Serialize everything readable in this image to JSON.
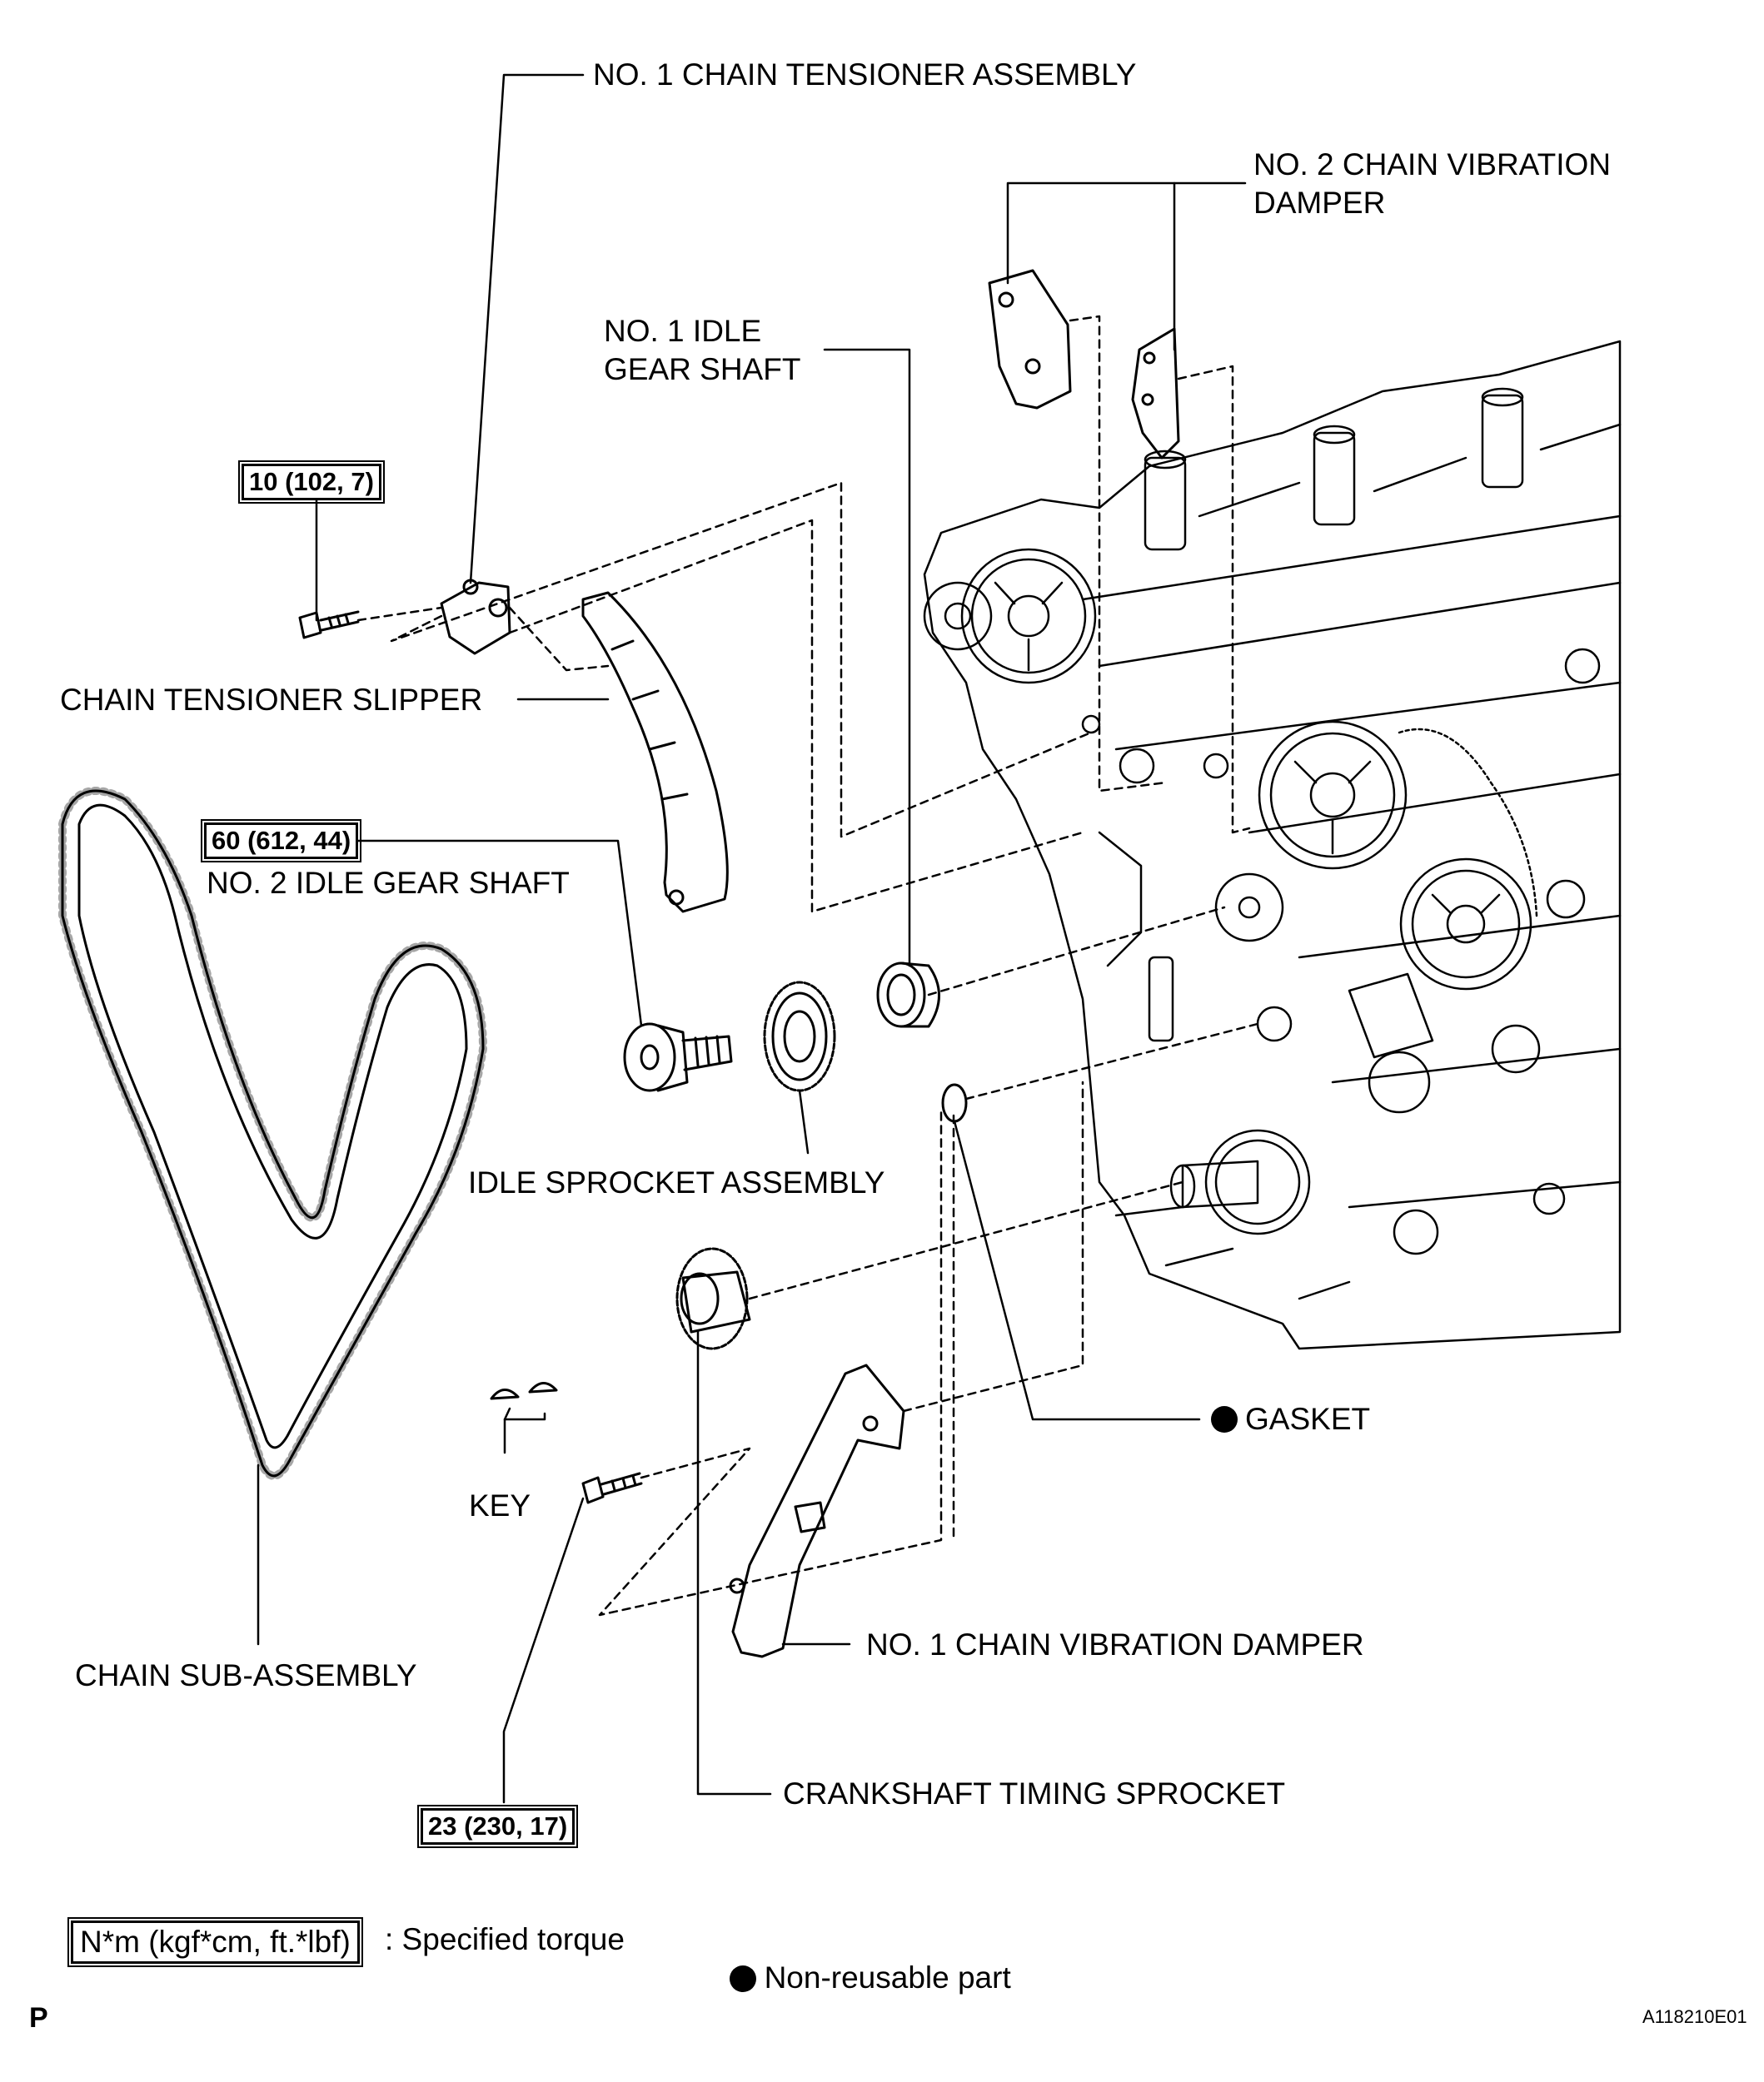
{
  "labels": {
    "tensioner_assembly": "NO. 1 CHAIN TENSIONER ASSEMBLY",
    "vibration_damper_2": "NO. 2 CHAIN VIBRATION\nDAMPER",
    "idle_gear_shaft_1": "NO. 1 IDLE\nGEAR SHAFT",
    "tensioner_slipper": "CHAIN TENSIONER SLIPPER",
    "idle_gear_shaft_2": "NO. 2 IDLE GEAR SHAFT",
    "idle_sprocket": "IDLE SPROCKET ASSEMBLY",
    "gasket": "GASKET",
    "key": "KEY",
    "vibration_damper_1": "NO. 1 CHAIN VIBRATION DAMPER",
    "chain": "CHAIN SUB-ASSEMBLY",
    "crank_sprocket": "CRANKSHAFT TIMING SPROCKET"
  },
  "torques": {
    "tensioner_bolt": "10 (102, 7)",
    "idle_gear_shaft_2": "60 (612, 44)",
    "damper_bolt": "23 (230, 17)"
  },
  "legend": {
    "torque_box": "N*m (kgf*cm, ft.*lbf)",
    "torque_text": ": Specified torque",
    "nonreusable_text": "Non-reusable part"
  },
  "footer": {
    "corner_mark": "P",
    "figure_id": "A118210E01"
  }
}
